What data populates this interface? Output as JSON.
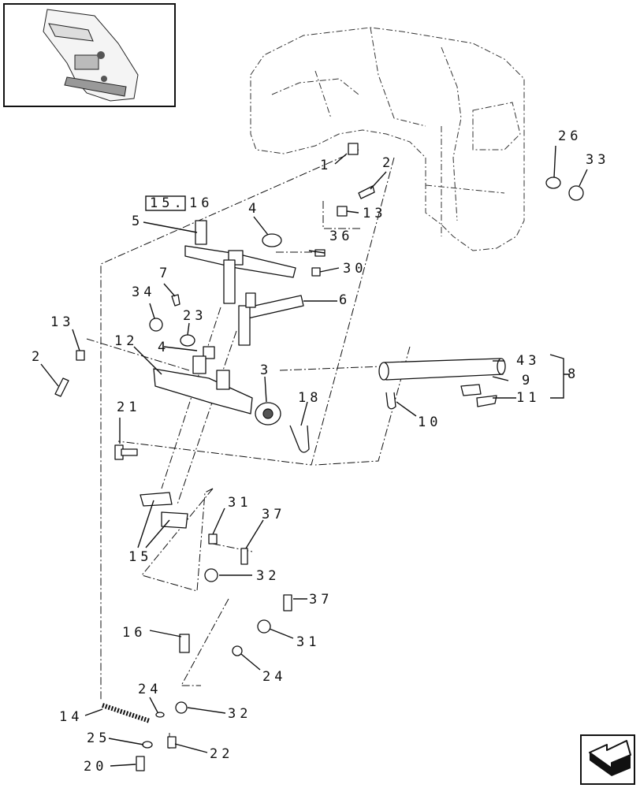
{
  "diagram": {
    "reference_box": {
      "text": "15.",
      "suffix": "16"
    },
    "callouts": {
      "c1": "1",
      "c2a": "2",
      "c13a": "13",
      "c26": "26",
      "c33": "33",
      "c4a": "4",
      "c5": "5",
      "c36": "36",
      "c30": "30",
      "c7": "7",
      "c6": "6",
      "c34": "34",
      "c23": "23",
      "c13b": "13",
      "c2b": "2",
      "c12": "12",
      "c4b": "4",
      "c3": "3",
      "c18": "18",
      "c43": "43",
      "c8": "8",
      "c9": "9",
      "c11": "11",
      "c10": "10",
      "c21": "21",
      "c31a": "31",
      "c37a": "37",
      "c15": "15",
      "c32a": "32",
      "c37b": "37",
      "c31b": "31",
      "c16": "16",
      "c24a": "24",
      "c24b": "24",
      "c14": "14",
      "c32b": "32",
      "c25": "25",
      "c22": "22",
      "c20": "20"
    }
  },
  "icons": {
    "thumbnail": "machine-overview-thumbnail-icon",
    "nav": "previous-page-arrow-icon"
  }
}
